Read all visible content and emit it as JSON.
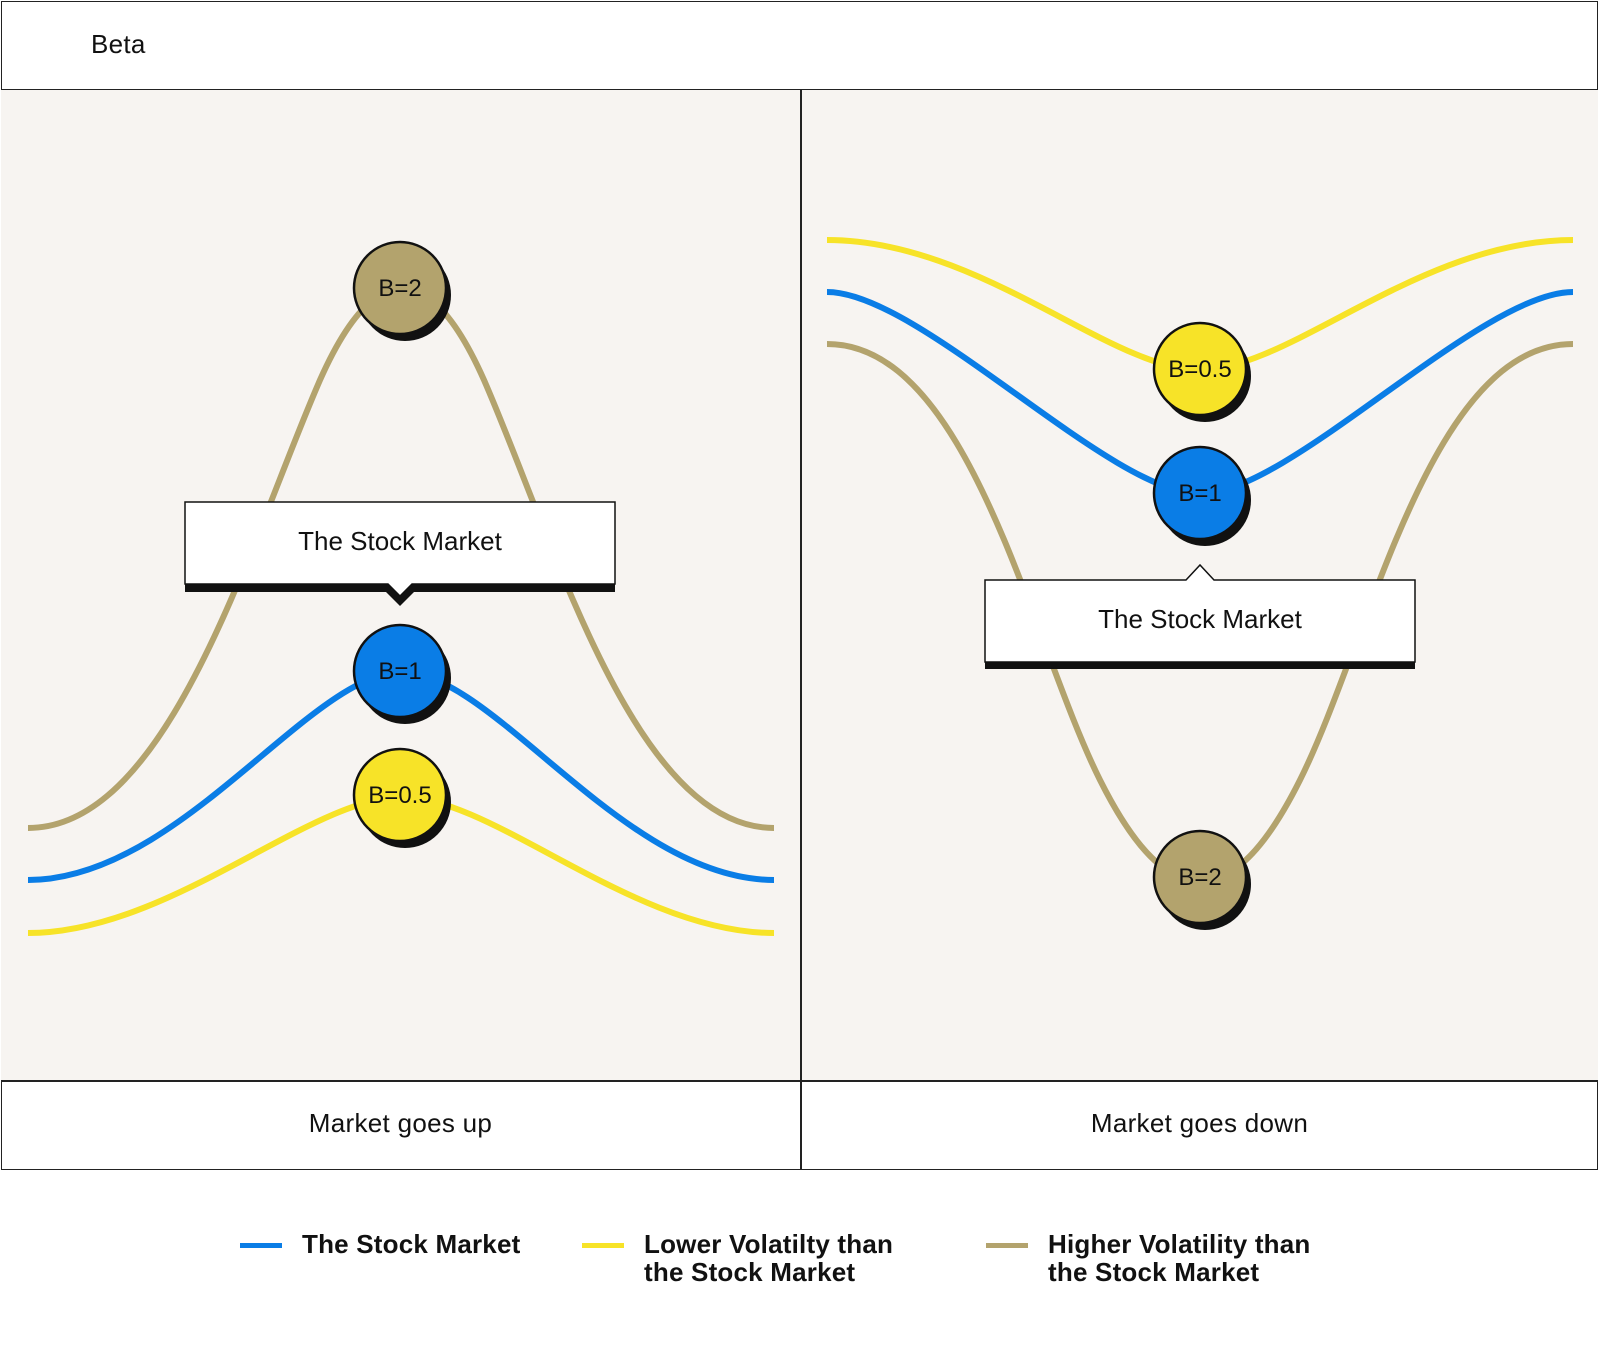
{
  "title": "Beta",
  "colors": {
    "market": "#0a7de6",
    "lower": "#f7e328",
    "higher": "#b3a36d",
    "panel_bg": "#f7f4f1",
    "outline": "#111111"
  },
  "panels": [
    {
      "caption": "Market goes up",
      "callout": "The Stock Market",
      "nodes": {
        "higher": "B=2",
        "market": "B=1",
        "lower": "B=0.5"
      }
    },
    {
      "caption": "Market goes down",
      "callout": "The Stock Market",
      "nodes": {
        "lower": "B=0.5",
        "market": "B=1",
        "higher": "B=2"
      }
    }
  ],
  "legend": [
    {
      "label": "The Stock Market",
      "color": "#0a7de6"
    },
    {
      "label": "Lower Volatilty than\nthe Stock Market",
      "color": "#f7e328"
    },
    {
      "label": "Higher Volatility than\nthe Stock Market",
      "color": "#b3a36d"
    }
  ]
}
